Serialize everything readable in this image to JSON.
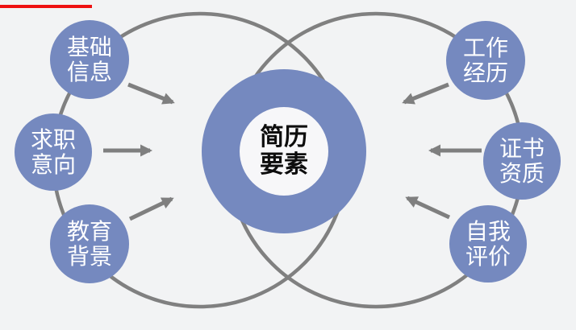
{
  "diagram": {
    "title_center": {
      "line1": "简历",
      "line2": "要素"
    },
    "nodes": [
      {
        "id": "basic-info",
        "line1": "基础",
        "line2": "信息",
        "side": "left"
      },
      {
        "id": "job-intention",
        "line1": "求职",
        "line2": "意向",
        "side": "left"
      },
      {
        "id": "education",
        "line1": "教育",
        "line2": "背景",
        "side": "left"
      },
      {
        "id": "work-experience",
        "line1": "工作",
        "line2": "经历",
        "side": "right"
      },
      {
        "id": "certificates",
        "line1": "证书",
        "line2": "资质",
        "side": "right"
      },
      {
        "id": "self-evaluation",
        "line1": "自我",
        "line2": "评价",
        "side": "right"
      }
    ]
  },
  "colors": {
    "background": "#f2f3f4",
    "node_fill": "#7589bf",
    "loop_stroke": "#808080",
    "arrow_stroke": "#7f7f7f",
    "center_text": "#0d0d0d",
    "node_text": "#ffffff",
    "donut_inner_fill": "#f7f7f9",
    "accent_red": "#ee1111"
  }
}
